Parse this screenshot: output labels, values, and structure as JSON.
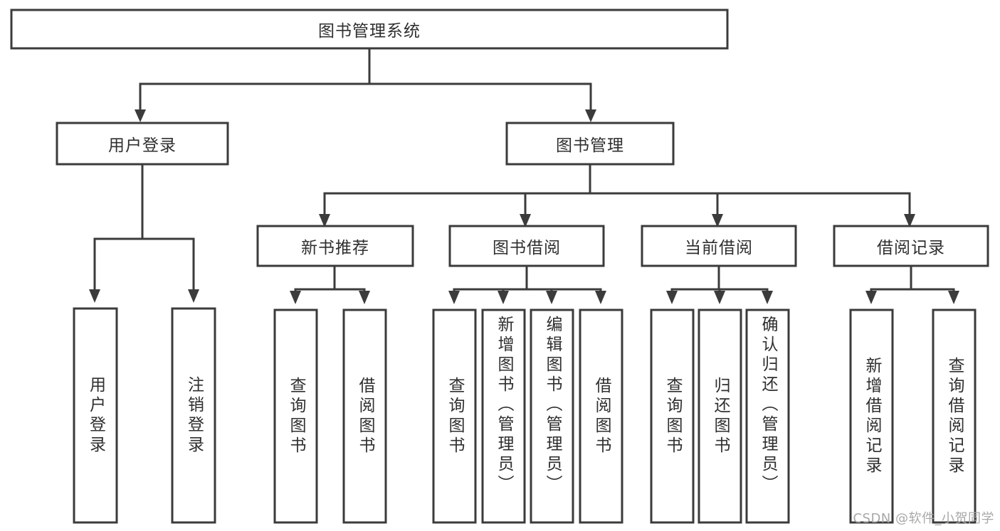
{
  "diagram": {
    "type": "tree-hierarchy",
    "title": "图书管理系统",
    "root": {
      "id": "root",
      "label": "图书管理系统",
      "orientation": "horizontal"
    },
    "level2": [
      {
        "id": "user-login",
        "label": "用户登录",
        "orientation": "horizontal"
      },
      {
        "id": "book-manage",
        "label": "图书管理",
        "orientation": "horizontal"
      }
    ],
    "level3": [
      {
        "id": "new-book-recommend",
        "label": "新书推荐",
        "parent": "book-manage",
        "orientation": "horizontal"
      },
      {
        "id": "book-borrow",
        "label": "图书借阅",
        "parent": "book-manage",
        "orientation": "horizontal"
      },
      {
        "id": "current-borrow",
        "label": "当前借阅",
        "parent": "book-manage",
        "orientation": "horizontal"
      },
      {
        "id": "borrow-record",
        "label": "借阅记录",
        "parent": "book-manage",
        "orientation": "horizontal"
      }
    ],
    "leaves": [
      {
        "id": "leaf-user-login",
        "label": "用户登录",
        "parent": "user-login",
        "orientation": "vertical"
      },
      {
        "id": "leaf-logout-login",
        "label": "注销登录",
        "parent": "user-login",
        "orientation": "vertical"
      },
      {
        "id": "leaf-query-book-1",
        "label": "查询图书",
        "parent": "new-book-recommend",
        "orientation": "vertical"
      },
      {
        "id": "leaf-borrow-book-1",
        "label": "借阅图书",
        "parent": "new-book-recommend",
        "orientation": "vertical"
      },
      {
        "id": "leaf-query-book-2",
        "label": "查询图书",
        "parent": "book-borrow",
        "orientation": "vertical"
      },
      {
        "id": "leaf-add-book",
        "label": "新增图书（管理员）",
        "parent": "book-borrow",
        "orientation": "vertical"
      },
      {
        "id": "leaf-edit-book",
        "label": "编辑图书（管理员）",
        "parent": "book-borrow",
        "orientation": "vertical"
      },
      {
        "id": "leaf-borrow-book-2",
        "label": "借阅图书",
        "parent": "book-borrow",
        "orientation": "vertical"
      },
      {
        "id": "leaf-query-book-3",
        "label": "查询图书",
        "parent": "current-borrow",
        "orientation": "vertical"
      },
      {
        "id": "leaf-return-book",
        "label": "归还图书",
        "parent": "current-borrow",
        "orientation": "vertical"
      },
      {
        "id": "leaf-confirm-return",
        "label": "确认归还（管理员）",
        "parent": "current-borrow",
        "orientation": "vertical"
      },
      {
        "id": "leaf-add-record",
        "label": "新增借阅记录",
        "parent": "borrow-record",
        "orientation": "vertical"
      },
      {
        "id": "leaf-query-record",
        "label": "查询借阅记录",
        "parent": "borrow-record",
        "orientation": "vertical"
      }
    ]
  },
  "watermark": {
    "text": "CSDN @软件_小贺同学"
  },
  "colors": {
    "stroke": "#3b3b3b",
    "box_fill": "#ffffff",
    "text": "#2f2f2f",
    "watermark": "#a8a8a8",
    "background": "#ffffff"
  }
}
